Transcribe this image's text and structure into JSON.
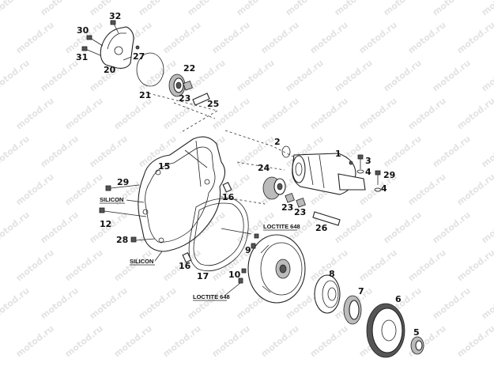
{
  "watermark": "motod.ru",
  "parts": {
    "p1": "1",
    "p2": "2",
    "p3": "3",
    "p4a": "4",
    "p4b": "4",
    "p5": "5",
    "p6": "6",
    "p7": "7",
    "p8": "8",
    "p9": "9",
    "p10": "10",
    "p12": "12",
    "p15": "15",
    "p16a": "16",
    "p16b": "16",
    "p17": "17",
    "p20": "20",
    "p21": "21",
    "p22": "22",
    "p23a": "23",
    "p23b": "23",
    "p23c": "23",
    "p24": "24",
    "p25": "25",
    "p26": "26",
    "p27": "27",
    "p28": "28",
    "p29a": "29",
    "p29b": "29",
    "p30": "30",
    "p31": "31",
    "p32": "32"
  },
  "notes": {
    "silicon_top": "SILICON",
    "silicon_bottom": "SILICON",
    "loctite_top": "LOCTITE 648",
    "loctite_bottom": "LOCTITE 648"
  }
}
